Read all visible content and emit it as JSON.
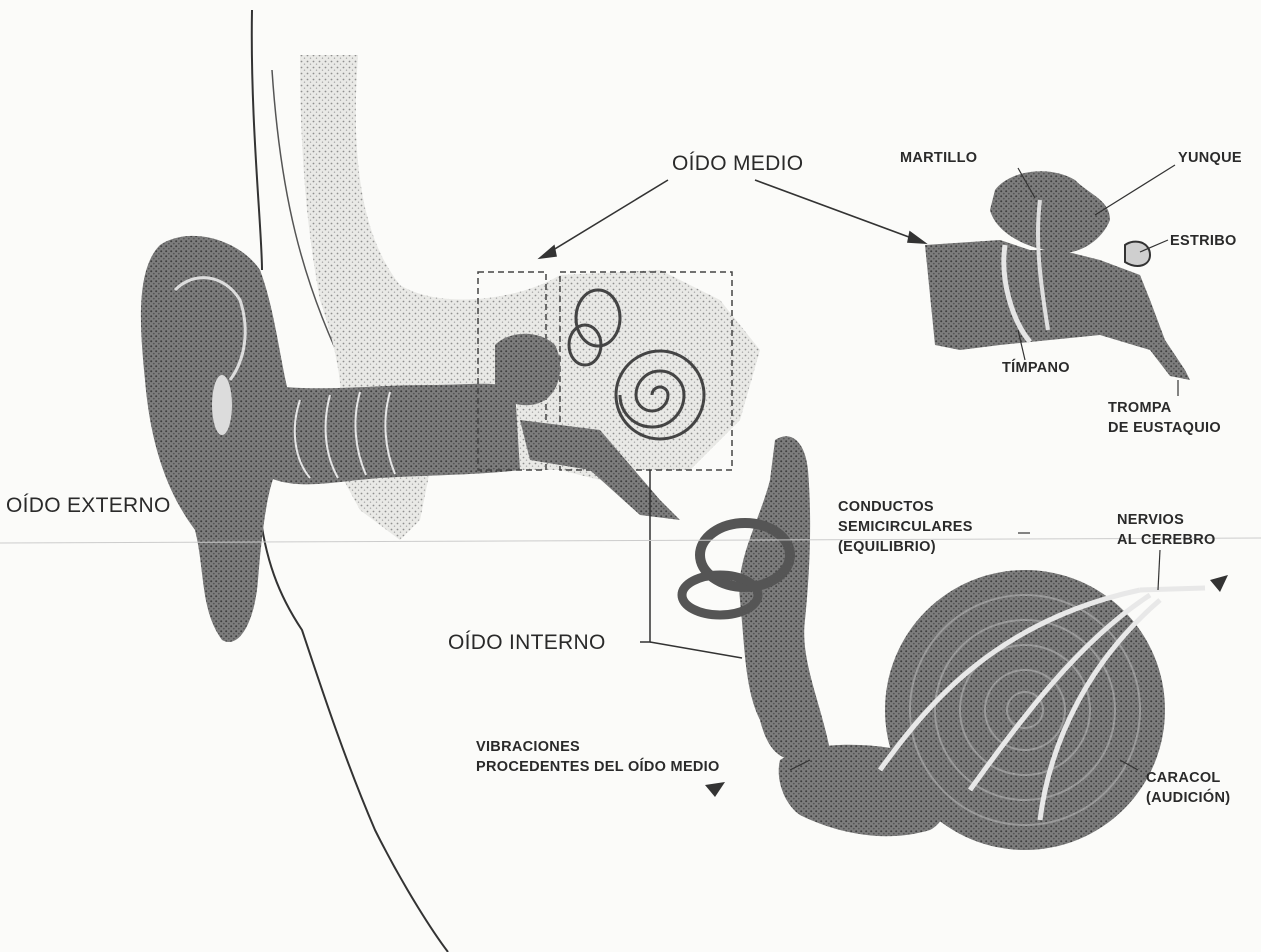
{
  "labels": {
    "oido_medio": "OÍDO MEDIO",
    "oido_externo": "OÍDO EXTERNO",
    "oido_interno": "OÍDO INTERNO",
    "martillo": "MARTILLO",
    "yunque": "YUNQUE",
    "estribo": "ESTRIBO",
    "timpano": "TÍMPANO",
    "trompa_line1": "TROMPA",
    "trompa_line2": "DE EUSTAQUIO",
    "conductos_line1": "CONDUCTOS",
    "conductos_line2": "SEMICIRCULARES",
    "conductos_line3": "(EQUILIBRIO)",
    "nervios_line1": "NERVIOS",
    "nervios_line2": "AL CEREBRO",
    "vibraciones_line1": "VIBRACIONES",
    "vibraciones_line2": "PROCEDENTES DEL OÍDO MEDIO",
    "caracol_line1": "CARACOL",
    "caracol_line2": "(AUDICIÓN)"
  }
}
